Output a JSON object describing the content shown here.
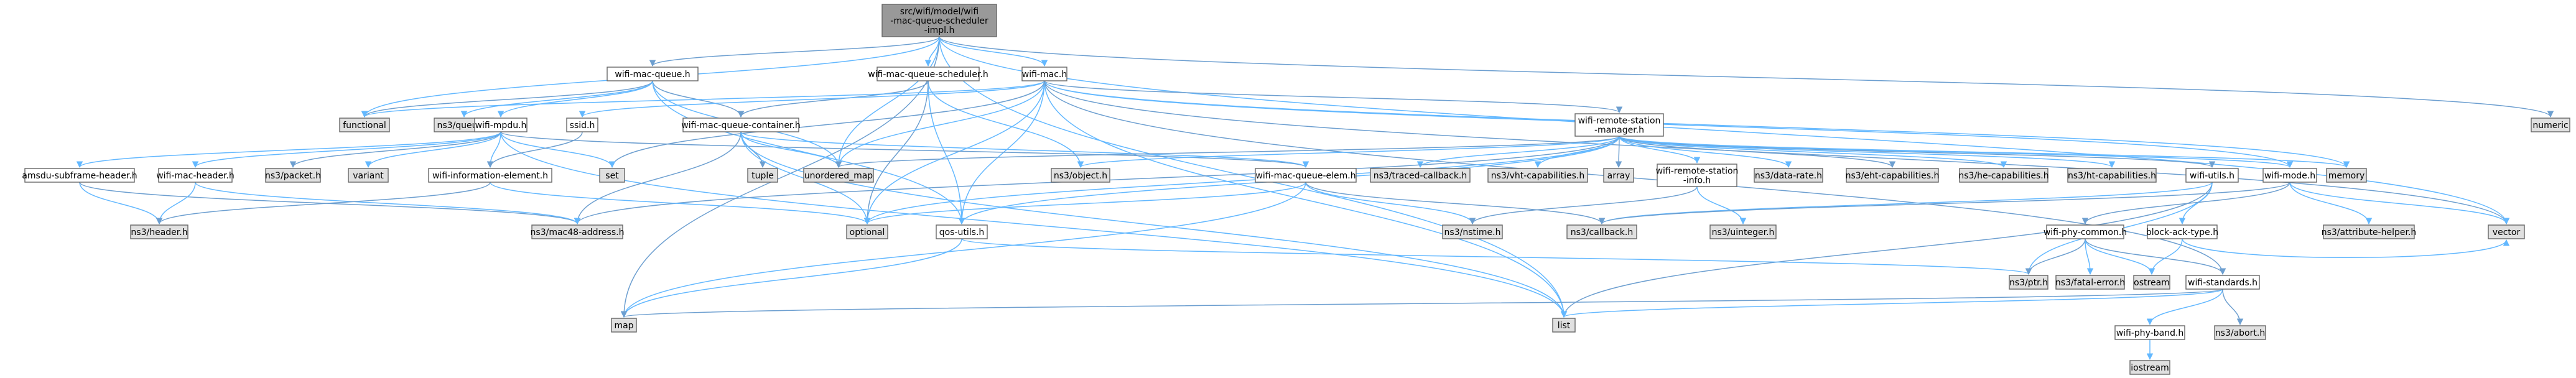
{
  "diagram": {
    "title": "",
    "colors": {
      "root_fill": "#999999",
      "node_fill": "#ffffff",
      "external_fill": "#e0e0e0",
      "node_border": "#666666",
      "edge": "#63b8ff",
      "edge_alt": "#6d9fd0"
    },
    "nodes": {
      "root": {
        "label": [
          "src/wifi/model/wifi",
          "-mac-queue-scheduler",
          "-impl.h"
        ],
        "kind": "root"
      },
      "wmq": {
        "label": [
          "wifi-mac-queue.h"
        ],
        "kind": "file"
      },
      "wmqs": {
        "label": [
          "wifi-mac-queue-scheduler.h"
        ],
        "kind": "file"
      },
      "wmac": {
        "label": [
          "wifi-mac.h"
        ],
        "kind": "file"
      },
      "numeric": {
        "label": [
          "numeric"
        ],
        "kind": "external"
      },
      "functional": {
        "label": [
          "functional"
        ],
        "kind": "external"
      },
      "nsqueue": {
        "label": [
          "ns3/queue.h"
        ],
        "kind": "external"
      },
      "wmpdu": {
        "label": [
          "wifi-mpdu.h"
        ],
        "kind": "file"
      },
      "wmqc": {
        "label": [
          "wifi-mac-queue-container.h"
        ],
        "kind": "file"
      },
      "ssid": {
        "label": [
          "ssid.h"
        ],
        "kind": "file"
      },
      "wrsm": {
        "label": [
          "wifi-remote-station",
          "-manager.h"
        ],
        "kind": "file"
      },
      "amsdu": {
        "label": [
          "amsdu-subframe-header.h"
        ],
        "kind": "file"
      },
      "wmhdr": {
        "label": [
          "wifi-mac-header.h"
        ],
        "kind": "file"
      },
      "nspacket": {
        "label": [
          "ns3/packet.h"
        ],
        "kind": "external"
      },
      "variant": {
        "label": [
          "variant"
        ],
        "kind": "external"
      },
      "wie": {
        "label": [
          "wifi-information-element.h"
        ],
        "kind": "file"
      },
      "set": {
        "label": [
          "set"
        ],
        "kind": "external"
      },
      "tuple": {
        "label": [
          "tuple"
        ],
        "kind": "external"
      },
      "umap": {
        "label": [
          "unordered_map"
        ],
        "kind": "external"
      },
      "nsobject": {
        "label": [
          "ns3/object.h"
        ],
        "kind": "external"
      },
      "wmqe": {
        "label": [
          "wifi-mac-queue-elem.h"
        ],
        "kind": "file"
      },
      "nstraced": {
        "label": [
          "ns3/traced-callback.h"
        ],
        "kind": "external"
      },
      "nsvht": {
        "label": [
          "ns3/vht-capabilities.h"
        ],
        "kind": "external"
      },
      "array": {
        "label": [
          "array"
        ],
        "kind": "external"
      },
      "wrsi": {
        "label": [
          "wifi-remote-station",
          "-info.h"
        ],
        "kind": "file"
      },
      "nsdatarate": {
        "label": [
          "ns3/data-rate.h"
        ],
        "kind": "external"
      },
      "nseht": {
        "label": [
          "ns3/eht-capabilities.h"
        ],
        "kind": "external"
      },
      "nshe": {
        "label": [
          "ns3/he-capabilities.h"
        ],
        "kind": "external"
      },
      "nsht": {
        "label": [
          "ns3/ht-capabilities.h"
        ],
        "kind": "external"
      },
      "wutils": {
        "label": [
          "wifi-utils.h"
        ],
        "kind": "file"
      },
      "wmode": {
        "label": [
          "wifi-mode.h"
        ],
        "kind": "file"
      },
      "memory": {
        "label": [
          "memory"
        ],
        "kind": "external"
      },
      "nsheader": {
        "label": [
          "ns3/header.h"
        ],
        "kind": "external"
      },
      "nsmac48": {
        "label": [
          "ns3/mac48-address.h"
        ],
        "kind": "external"
      },
      "optional": {
        "label": [
          "optional"
        ],
        "kind": "external"
      },
      "qos": {
        "label": [
          "qos-utils.h"
        ],
        "kind": "file"
      },
      "nsnstime": {
        "label": [
          "ns3/nstime.h"
        ],
        "kind": "external"
      },
      "nscallback": {
        "label": [
          "ns3/callback.h"
        ],
        "kind": "external"
      },
      "nsuint": {
        "label": [
          "ns3/uinteger.h"
        ],
        "kind": "external"
      },
      "wpc": {
        "label": [
          "wifi-phy-common.h"
        ],
        "kind": "file"
      },
      "bat": {
        "label": [
          "block-ack-type.h"
        ],
        "kind": "file"
      },
      "nsattr": {
        "label": [
          "ns3/attribute-helper.h"
        ],
        "kind": "external"
      },
      "vector": {
        "label": [
          "vector"
        ],
        "kind": "external"
      },
      "nsptr": {
        "label": [
          "ns3/ptr.h"
        ],
        "kind": "external"
      },
      "nsfatal": {
        "label": [
          "ns3/fatal-error.h"
        ],
        "kind": "external"
      },
      "ostream": {
        "label": [
          "ostream"
        ],
        "kind": "external"
      },
      "wstd": {
        "label": [
          "wifi-standards.h"
        ],
        "kind": "file"
      },
      "map": {
        "label": [
          "map"
        ],
        "kind": "external"
      },
      "list": {
        "label": [
          "list"
        ],
        "kind": "external"
      },
      "wpb": {
        "label": [
          "wifi-phy-band.h"
        ],
        "kind": "file"
      },
      "nsabort": {
        "label": [
          "ns3/abort.h"
        ],
        "kind": "external"
      },
      "iostream": {
        "label": [
          "iostream"
        ],
        "kind": "external"
      }
    },
    "edges": [
      [
        "root",
        "wmq"
      ],
      [
        "root",
        "wmqs"
      ],
      [
        "root",
        "wmac"
      ],
      [
        "root",
        "numeric"
      ],
      [
        "root",
        "functional"
      ],
      [
        "root",
        "umap"
      ],
      [
        "root",
        "map"
      ],
      [
        "root",
        "list"
      ],
      [
        "root",
        "vector"
      ],
      [
        "wmq",
        "functional"
      ],
      [
        "wmq",
        "nsqueue"
      ],
      [
        "wmq",
        "wmpdu"
      ],
      [
        "wmq",
        "wmqc"
      ],
      [
        "wmq",
        "umap"
      ],
      [
        "wmq",
        "qos"
      ],
      [
        "wmqs",
        "wmqc"
      ],
      [
        "wmqs",
        "nsobject"
      ],
      [
        "wmqs",
        "qos"
      ],
      [
        "wmqs",
        "optional"
      ],
      [
        "wmac",
        "functional"
      ],
      [
        "wmac",
        "ssid"
      ],
      [
        "wmac",
        "wrsm"
      ],
      [
        "wmac",
        "qos"
      ],
      [
        "wmac",
        "umap"
      ],
      [
        "wmac",
        "set"
      ],
      [
        "wmac",
        "optional"
      ],
      [
        "wmac",
        "memory"
      ],
      [
        "wmac",
        "vector"
      ],
      [
        "wmac",
        "list"
      ],
      [
        "wmac",
        "wmode"
      ],
      [
        "wmac",
        "wstd"
      ],
      [
        "wmpdu",
        "amsdu"
      ],
      [
        "wmpdu",
        "wmhdr"
      ],
      [
        "wmpdu",
        "nspacket"
      ],
      [
        "wmpdu",
        "variant"
      ],
      [
        "wmpdu",
        "set"
      ],
      [
        "wmpdu",
        "wmqe"
      ],
      [
        "wmpdu",
        "list"
      ],
      [
        "wmpdu",
        "wie"
      ],
      [
        "wmqc",
        "tuple"
      ],
      [
        "wmqc",
        "umap"
      ],
      [
        "wmqc",
        "optional"
      ],
      [
        "wmqc",
        "nsmac48"
      ],
      [
        "wmqc",
        "wmqe"
      ],
      [
        "wmqc",
        "list"
      ],
      [
        "ssid",
        "wie"
      ],
      [
        "wrsm",
        "nstraced"
      ],
      [
        "wrsm",
        "nsvht"
      ],
      [
        "wrsm",
        "array"
      ],
      [
        "wrsm",
        "wrsi"
      ],
      [
        "wrsm",
        "nsdatarate"
      ],
      [
        "wrsm",
        "nseht"
      ],
      [
        "wrsm",
        "nshe"
      ],
      [
        "wrsm",
        "nsht"
      ],
      [
        "wrsm",
        "wutils"
      ],
      [
        "wrsm",
        "wmode"
      ],
      [
        "wrsm",
        "memory"
      ],
      [
        "wrsm",
        "umap"
      ],
      [
        "wrsm",
        "nsobject"
      ],
      [
        "wrsm",
        "optional"
      ],
      [
        "wrsm",
        "nsmac48"
      ],
      [
        "wrsm",
        "qos"
      ],
      [
        "amsdu",
        "nsheader"
      ],
      [
        "amsdu",
        "nsmac48"
      ],
      [
        "wmhdr",
        "nsheader"
      ],
      [
        "wmhdr",
        "nsmac48"
      ],
      [
        "wie",
        "nsheader"
      ],
      [
        "wie",
        "optional"
      ],
      [
        "wmqe",
        "nsnstime"
      ],
      [
        "wmqe",
        "nscallback"
      ],
      [
        "wmqe",
        "map"
      ],
      [
        "wmqe",
        "optional"
      ],
      [
        "wrsi",
        "nsnstime"
      ],
      [
        "wrsi",
        "nsuint"
      ],
      [
        "wutils",
        "nsptr"
      ],
      [
        "wutils",
        "list"
      ],
      [
        "wutils",
        "bat"
      ],
      [
        "wutils",
        "nscallback"
      ],
      [
        "wmode",
        "wpc"
      ],
      [
        "wmode",
        "nsattr"
      ],
      [
        "wmode",
        "vector"
      ],
      [
        "wmode",
        "nscallback"
      ],
      [
        "qos",
        "map"
      ],
      [
        "qos",
        "nsptr"
      ],
      [
        "wpc",
        "nsptr"
      ],
      [
        "wpc",
        "nsfatal"
      ],
      [
        "wpc",
        "ostream"
      ],
      [
        "wpc",
        "wstd"
      ],
      [
        "bat",
        "ostream"
      ],
      [
        "bat",
        "vector"
      ],
      [
        "wstd",
        "map"
      ],
      [
        "wstd",
        "list"
      ],
      [
        "wstd",
        "wpb"
      ],
      [
        "wstd",
        "nsabort"
      ],
      [
        "wpb",
        "iostream"
      ]
    ]
  }
}
